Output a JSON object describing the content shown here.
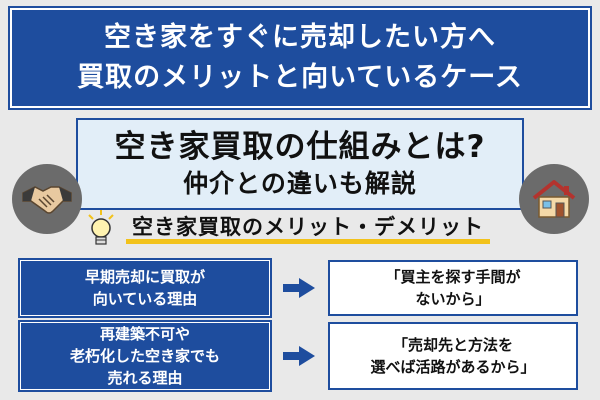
{
  "banner": {
    "line1": "空き家をすぐに売却したい方へ",
    "line2": "買取のメリットと向いているケース"
  },
  "subtitle": {
    "line1": "空き家買取の仕組みとは?",
    "line2": "仲介との違いも解説"
  },
  "section_heading": "空き家買取のメリット・デメリット",
  "rows": [
    {
      "left": [
        "早期売却に買取が",
        "向いている理由"
      ],
      "right": [
        "「買主を探す手間が",
        "ないから」"
      ]
    },
    {
      "left": [
        "再建築不可や",
        "老朽化した空き家でも",
        "売れる理由"
      ],
      "right": [
        "「売却先と方法を",
        "選べば活路があるから」"
      ]
    }
  ],
  "icons": {
    "left_circle": "handshake-icon",
    "right_circle": "house-icon",
    "bulb": "lightbulb-icon",
    "arrow": "arrow-right-icon"
  },
  "colors": {
    "brand_blue": "#1e4d9e",
    "light_blue": "#e2eef8",
    "accent_yellow": "#f2c21b",
    "circle_gray": "#6b6b6b"
  }
}
